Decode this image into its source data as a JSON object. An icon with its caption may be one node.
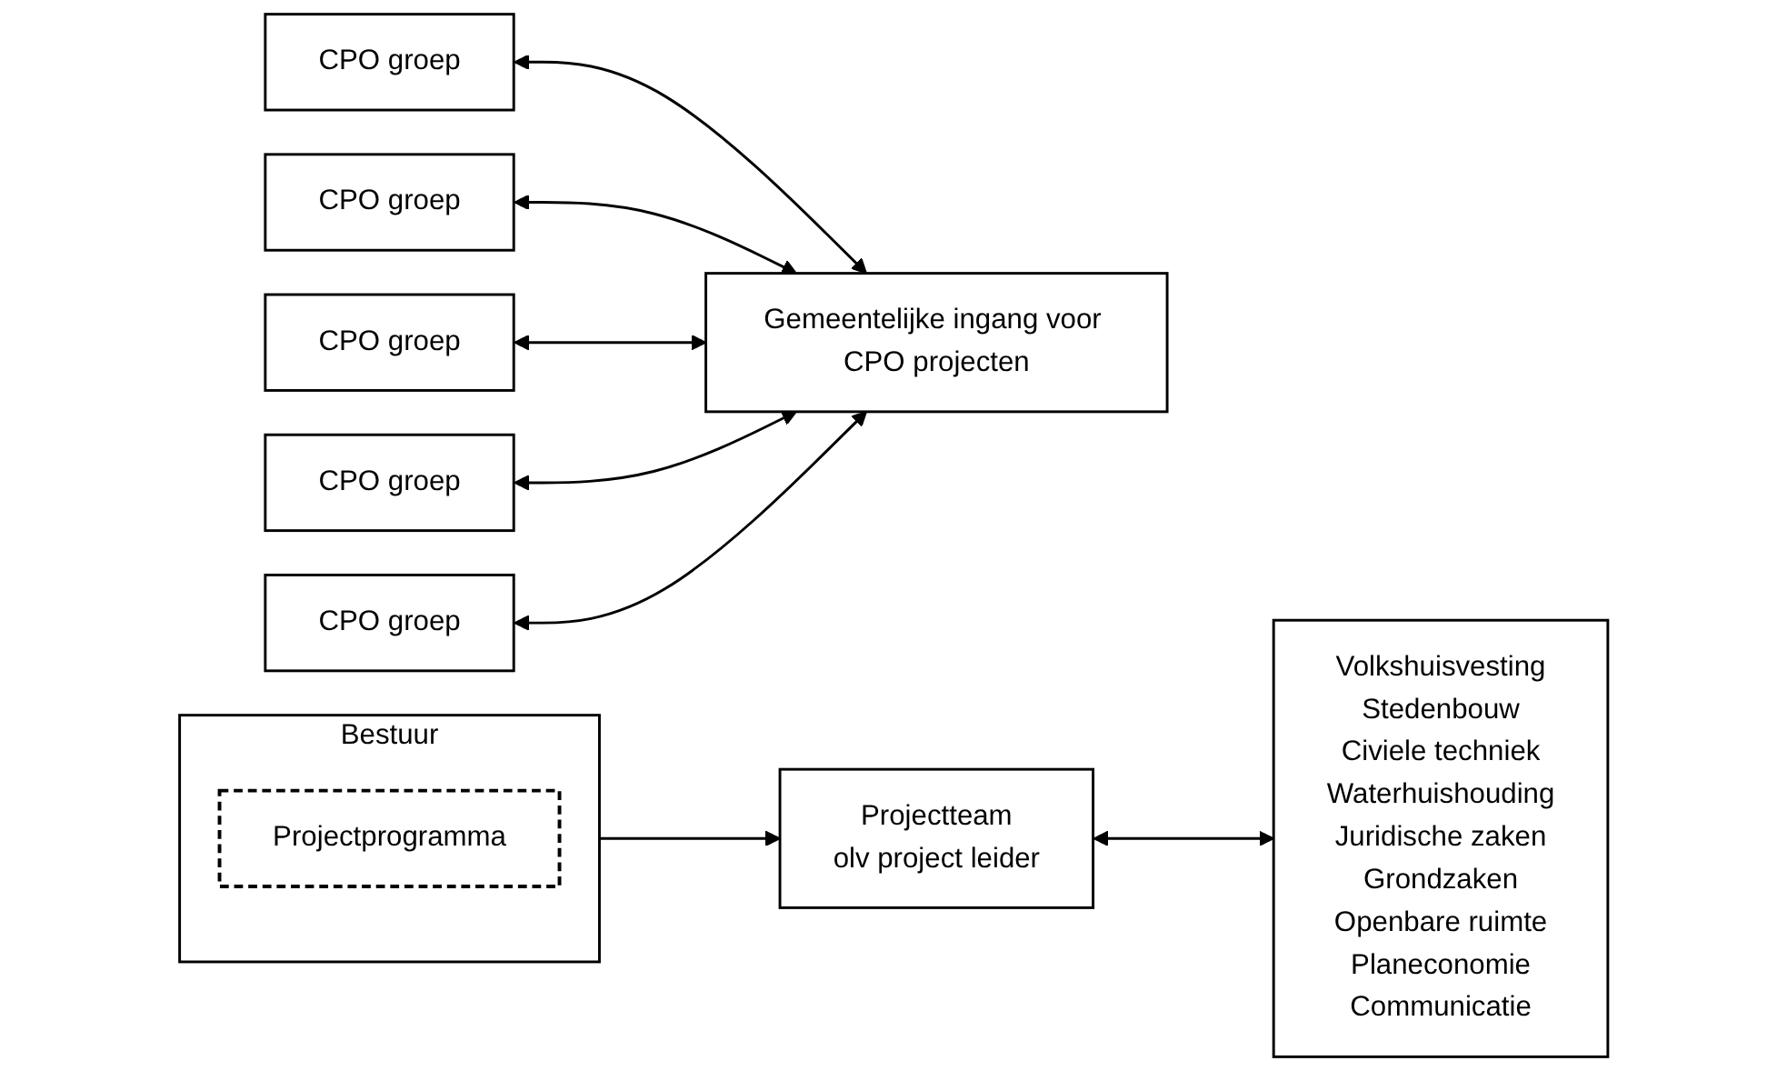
{
  "diagram": {
    "nodes": [
      {
        "text": [
          "Bestuur"
        ]
      },
      {
        "text": [
          "Projectprogramma"
        ],
        "in": 0
      },
      {
        "text": [
          "CPO groep"
        ]
      },
      {
        "text": [
          "CPO groep"
        ]
      },
      {
        "text": [
          "CPO groep"
        ]
      },
      {
        "text": [
          "CPO groep"
        ]
      },
      {
        "text": [
          "CPO groep"
        ]
      },
      {
        "text": [
          "Gemeentelijke ingang voor CPO projecten"
        ]
      },
      {
        "text": [
          "Projectteam",
          "olv project leider"
        ]
      },
      {
        "text": [
          "Volkshuisvesting",
          "Stedenbouw",
          "Civiele techniek",
          "Waterhuishouding",
          "Juridische zaken",
          "Grondzaken",
          "Openbare ruimte",
          "Planeconomie",
          "Communicatie"
        ]
      }
    ],
    "edges": [
      {
        "from": 0,
        "to": 8,
        "arrow": "to"
      },
      {
        "from": 2,
        "to": 7,
        "arrow": "both"
      },
      {
        "from": 3,
        "to": 7,
        "arrow": "both"
      },
      {
        "from": 4,
        "to": 7,
        "arrow": "both"
      },
      {
        "from": 5,
        "to": 7,
        "arrow": "both"
      },
      {
        "from": 6,
        "to": 7,
        "arrow": "both"
      },
      {
        "from": 8,
        "to": 9,
        "arrow": "both"
      }
    ]
  }
}
